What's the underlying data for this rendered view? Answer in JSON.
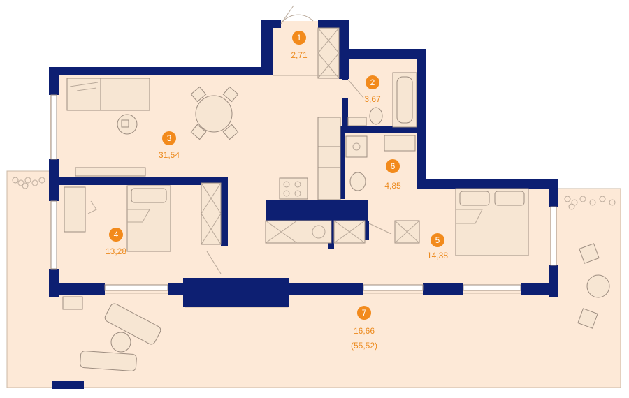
{
  "colors": {
    "floor": "#fde9d7",
    "wall": "#0d1f72",
    "marker": "#f28a1c",
    "label": "#ec8a1e"
  },
  "rooms": [
    {
      "number": "1",
      "area": "2,71"
    },
    {
      "number": "2",
      "area": "3,67"
    },
    {
      "number": "3",
      "area": "31,54"
    },
    {
      "number": "4",
      "area": "13,28"
    },
    {
      "number": "5",
      "area": "14,38"
    },
    {
      "number": "6",
      "area": "4,85"
    },
    {
      "number": "7",
      "area": "16,66",
      "total": "(55,52)"
    }
  ]
}
